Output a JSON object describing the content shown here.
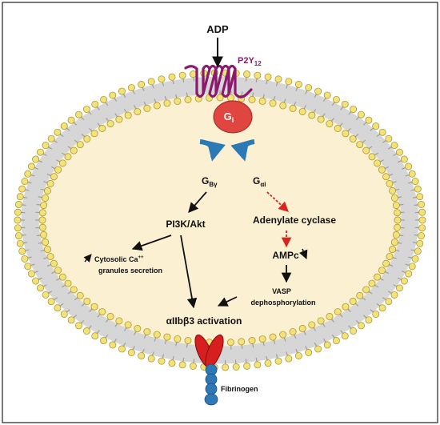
{
  "colors": {
    "cytoplasm": "#fcf0d2",
    "lipid_head": "#f3e27a",
    "lipid_head_stroke": "#a08d20",
    "lipid_tail": "#9a9a9a",
    "receptor": "#8b1a6e",
    "gi_protein": "#e0463f",
    "inhibitory_arrow": "#d8241c",
    "curved_arrow": "#2c7ab5",
    "integrin": "#d81f1f",
    "fibrinogen": "#2e78b5",
    "border": "#222222"
  },
  "labels": {
    "adp": "ADP",
    "receptor": {
      "main": "P2Y",
      "sub": "12"
    },
    "gi": {
      "main": "G",
      "sub": "i"
    },
    "gby": {
      "main": "G",
      "sub": "Bγ"
    },
    "gai": {
      "main": "G",
      "sub": "αi"
    },
    "pi3k": "PI3K/Akt",
    "adenylate": "Adenylate cyclase",
    "ampc": "AMPc",
    "cytosolic": {
      "main": "Cytosolic Ca",
      "sup": "++"
    },
    "granules": "granules secretion",
    "vasp_line1": "VASP",
    "vasp_line2": "dephosphorylation",
    "integrin_activation": "αIIbβ3 activation",
    "fibrinogen": "Fibrinogen"
  },
  "icons": [
    "membrane-bilayer",
    "p2y12-receptor",
    "gi-protein",
    "curved-arrow",
    "integrin-receptor",
    "fibrinogen-chain"
  ]
}
